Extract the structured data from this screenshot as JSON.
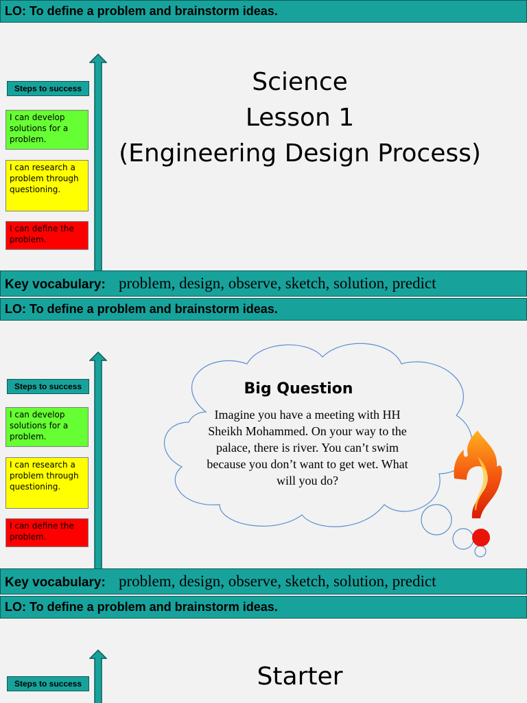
{
  "lo": "LO: To define a problem and brainstorm ideas.",
  "steps_label": "Steps to success",
  "steps": [
    "I can develop solutions for a problem.",
    "I can research a problem through questioning.",
    "I can define the problem."
  ],
  "vocab_key": "Key vocabulary:",
  "vocab_words": "problem, design, observe, sketch, solution, predict",
  "slide1": {
    "title": [
      "Science",
      "Lesson 1",
      "(Engineering Design Process)"
    ]
  },
  "slide2": {
    "cloud_title": "Big Question",
    "cloud_text": "Imagine you have a meeting with HH Sheikh Mohammed. On your way to the palace, there is river. You can’t swim because you don’t want to get wet. What will you do?",
    "icon": "flaming-question-mark-icon"
  },
  "slide3": {
    "title": "Starter"
  },
  "colors": {
    "teal": "#17a39c",
    "green": "#66ff33",
    "yellow": "#ffff00",
    "red": "#ff0000"
  }
}
